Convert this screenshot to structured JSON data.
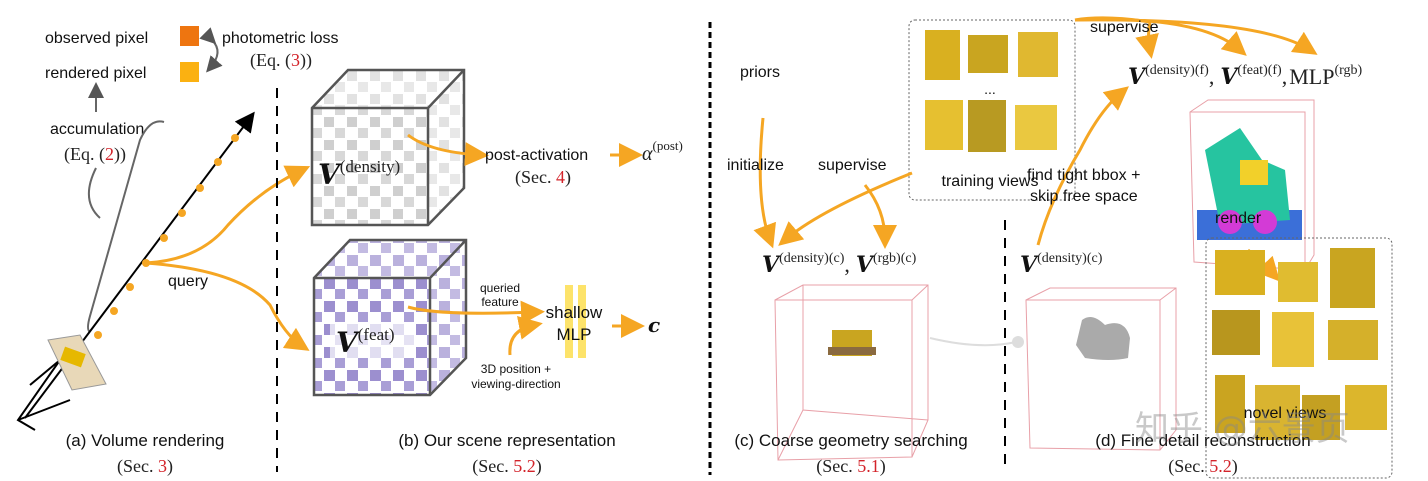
{
  "panel_a": {
    "observed_pixel": "observed pixel",
    "rendered_pixel": "rendered pixel",
    "photometric_loss": "photometric loss",
    "eq3_prefix": "(Eq. (",
    "eq3_num": "3",
    "eq3_suffix": "))",
    "accumulation": "accumulation",
    "eq2_prefix": "(Eq. (",
    "eq2_num": "2",
    "eq2_suffix": "))",
    "query": "query",
    "caption": "(a) Volume rendering",
    "sec_prefix": "(Sec. ",
    "sec_num": "3",
    "sec_suffix": ")",
    "observed_color": "#ee7510",
    "rendered_color": "#fbb111"
  },
  "panel_b": {
    "v_symbol": "V",
    "density_sup": "(density)",
    "feat_sup": "(feat)",
    "post_activation": "post-activation",
    "sec4_prefix": "(Sec. ",
    "sec4_num": "4",
    "sec4_suffix": ")",
    "alpha": "α",
    "alpha_sup": "(post)",
    "queried": "queried",
    "feature": "feature",
    "shallow": "shallow",
    "mlp": "MLP",
    "c": "c",
    "pos1": "3D position +",
    "pos2": "viewing-direction",
    "caption": "(b) Our scene representation",
    "sec_prefix": "(Sec. ",
    "sec_num": "5.2",
    "sec_suffix": ")"
  },
  "panel_c": {
    "priors": "priors",
    "initialize": "initialize",
    "supervise": "supervise",
    "training_views": "training views",
    "ellipsis": "...",
    "v_symbol": "V",
    "density_c": "(density)(c)",
    "comma": ",",
    "rgb_c": "(rgb)(c)",
    "caption": "(c) Coarse geometry searching",
    "sec_prefix": "(Sec. ",
    "sec_num": "5.1",
    "sec_suffix": ")"
  },
  "panel_d": {
    "supervise": "supervise",
    "v_symbol": "V",
    "density_f": "(density)(f)",
    "feat_f": "(feat)(f)",
    "comma": ",",
    "mlp": "MLP",
    "rgb": "(rgb)",
    "find1": "find tight bbox +",
    "find2": "skip free space",
    "density_c": "(density)(c)",
    "render": "render",
    "novel_views": "novel views",
    "caption": "(d) Fine detail reconstruction",
    "sec_prefix": "(Sec. ",
    "sec_num": "5.2",
    "sec_suffix": ")"
  },
  "watermark": "知乎 @六景页",
  "colors": {
    "accent": "#f5a623",
    "reference": "#d3232a",
    "density_voxel": "#c8c8c8",
    "feat_voxel": "#9c8fcf"
  }
}
